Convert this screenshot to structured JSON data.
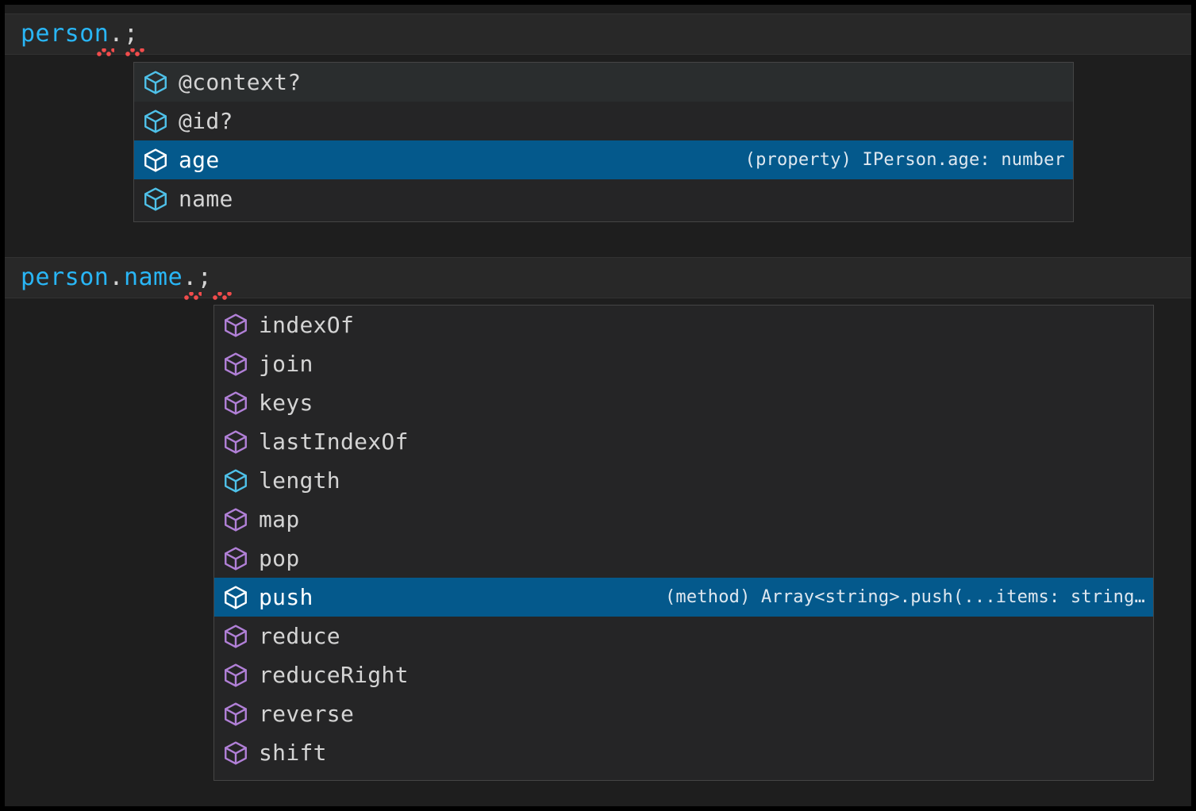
{
  "theme": {
    "editor_background": "#1e1e1e",
    "frame_color": "#000000",
    "active_line_background": "#282828",
    "popup_background": "#252526",
    "popup_border": "#454545",
    "selected_row_background": "#04598c",
    "hovered_row_background": "#2a2d2e",
    "identifier_color": "#29b6f6",
    "punctuation_color": "#d4d4d4",
    "error_squiggle_color": "#f14c4c",
    "property_icon_color": "#4fc1e9",
    "method_icon_color": "#b180d7",
    "selected_icon_color": "#ffffff",
    "label_color": "#d4d4d4",
    "detail_color": "#bdc8d2"
  },
  "editor": {
    "lines": [
      {
        "name": "code-line-person",
        "identifier": "person",
        "punctuation": ".;",
        "full_text": "person.;",
        "has_error": true
      },
      {
        "name": "code-line-person-name",
        "identifier_part_1": "person",
        "separator": ".",
        "identifier_part_2": "name",
        "punctuation": ".;",
        "full_text": "person.name.;",
        "has_error": true
      }
    ]
  },
  "popups": [
    {
      "name": "suggest-widget-person",
      "for_expression": "person.",
      "items": [
        {
          "label": "@context?",
          "icon": "property-cube-icon",
          "kind": "property",
          "detail": "",
          "state": "hovered"
        },
        {
          "label": "@id?",
          "icon": "property-cube-icon",
          "kind": "property",
          "detail": "",
          "state": "normal"
        },
        {
          "label": "age",
          "icon": "property-cube-icon",
          "kind": "property",
          "detail": "(property) IPerson.age: number",
          "state": "selected"
        },
        {
          "label": "name",
          "icon": "property-cube-icon",
          "kind": "property",
          "detail": "",
          "state": "normal"
        }
      ]
    },
    {
      "name": "suggest-widget-person-name",
      "for_expression": "person.name.",
      "items": [
        {
          "label": "indexOf",
          "icon": "method-cube-icon",
          "kind": "method",
          "detail": "",
          "state": "normal"
        },
        {
          "label": "join",
          "icon": "method-cube-icon",
          "kind": "method",
          "detail": "",
          "state": "normal"
        },
        {
          "label": "keys",
          "icon": "method-cube-icon",
          "kind": "method",
          "detail": "",
          "state": "normal"
        },
        {
          "label": "lastIndexOf",
          "icon": "method-cube-icon",
          "kind": "method",
          "detail": "",
          "state": "normal"
        },
        {
          "label": "length",
          "icon": "property-cube-icon",
          "kind": "property",
          "detail": "",
          "state": "normal"
        },
        {
          "label": "map",
          "icon": "method-cube-icon",
          "kind": "method",
          "detail": "",
          "state": "normal"
        },
        {
          "label": "pop",
          "icon": "method-cube-icon",
          "kind": "method",
          "detail": "",
          "state": "normal"
        },
        {
          "label": "push",
          "icon": "method-cube-icon",
          "kind": "method",
          "detail": "(method) Array<string>.push(...items: string…",
          "state": "selected"
        },
        {
          "label": "reduce",
          "icon": "method-cube-icon",
          "kind": "method",
          "detail": "",
          "state": "normal"
        },
        {
          "label": "reduceRight",
          "icon": "method-cube-icon",
          "kind": "method",
          "detail": "",
          "state": "normal"
        },
        {
          "label": "reverse",
          "icon": "method-cube-icon",
          "kind": "method",
          "detail": "",
          "state": "normal"
        },
        {
          "label": "shift",
          "icon": "method-cube-icon",
          "kind": "method",
          "detail": "",
          "state": "normal"
        }
      ]
    }
  ]
}
